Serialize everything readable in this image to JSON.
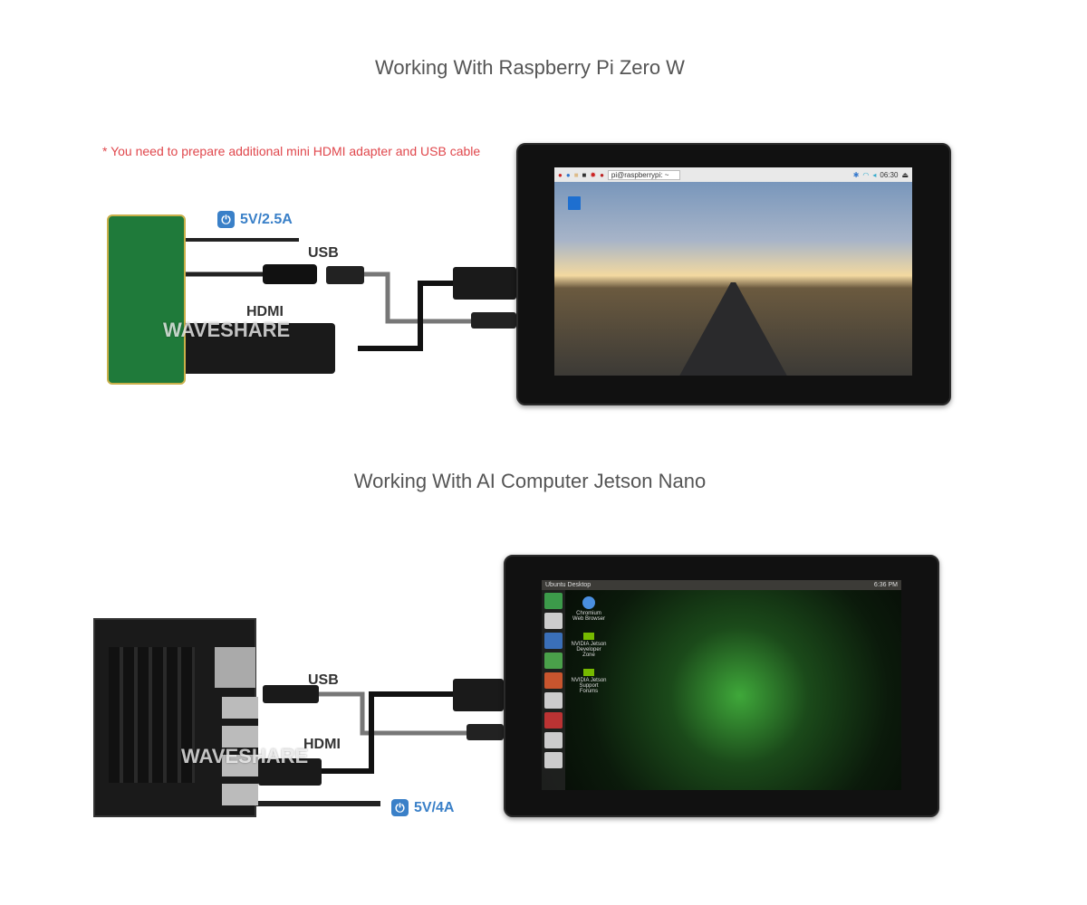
{
  "section1": {
    "title": "Working With Raspberry Pi Zero W",
    "note": "* You need to prepare additional mini HDMI adapter and USB cable",
    "power_label": "5V/2.5A",
    "usb_label": "USB",
    "hdmi_label": "HDMI",
    "watermark": "WAVESHARE",
    "taskbar": {
      "terminal_title": "pi@raspberrypi: ~",
      "clock": "06:30"
    }
  },
  "section2": {
    "title": "Working With AI Computer Jetson Nano",
    "power_label": "5V/4A",
    "usb_label": "USB",
    "hdmi_label": "HDMI",
    "watermark": "WAVESHARE",
    "taskbar": {
      "window_title": "Ubuntu Desktop",
      "clock": "6:36 PM"
    },
    "desktop_icons": [
      "Chromium Web Browser",
      "NVIDIA Jetson Developer Zone",
      "NVIDIA Jetson Support Forums"
    ]
  },
  "colors": {
    "power": "#3a80c8",
    "note": "#e0474c",
    "title": "#555555"
  }
}
